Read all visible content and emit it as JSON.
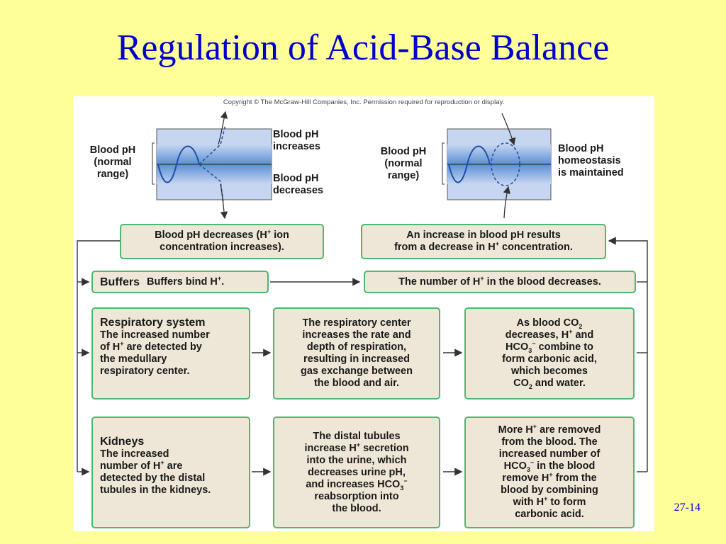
{
  "slide": {
    "title": "Regulation of Acid-Base Balance",
    "slide_number": "27-14"
  },
  "figure": {
    "copyright": "Copyright © The McGraw-Hill Companies, Inc. Permission required for reproduction or display.",
    "left_panel": {
      "axis_label": [
        "Blood pH",
        "(normal",
        "range)"
      ],
      "increase_label": [
        "Blood pH",
        "increases"
      ],
      "decrease_label": [
        "Blood pH",
        "decreases"
      ]
    },
    "right_panel": {
      "axis_label": [
        "Blood pH",
        "(normal",
        "range)"
      ],
      "homeostasis_label": [
        "Blood pH",
        "homeostasis",
        "is maintained"
      ]
    },
    "top_left_box": {
      "line1_pre": "Blood pH decreases (H",
      "line1_sup": "+",
      "line1_post": " ion",
      "line2": "concentration increases)."
    },
    "top_right_box": {
      "line1": "An increase in blood pH results",
      "line2_pre": "from a decrease in H",
      "line2_sup": "+",
      "line2_post": " concentration."
    },
    "buffers": {
      "head": "Buffers",
      "text_pre": "Buffers bind H",
      "text_sup": "+",
      "text_post": "."
    },
    "buffers_result": {
      "pre": "The number of H",
      "sup": "+",
      "post": " in the blood decreases."
    },
    "respiratory": {
      "head": "Respiratory system",
      "lines": [
        "The increased number",
        "of H+ are detected by",
        "the medullary",
        "respiratory center."
      ],
      "middle": [
        "The respiratory center",
        "increases the rate and",
        "depth of respiration,",
        "resulting in increased",
        "gas exchange between",
        "the blood and air."
      ],
      "right": [
        "As blood CO2",
        "decreases, H+ and",
        "HCO3- combine to",
        "form carbonic acid,",
        "which becomes",
        "CO2 and water."
      ]
    },
    "kidneys": {
      "head": "Kidneys",
      "lines": [
        "The increased",
        "number of H+ are",
        "detected by the distal",
        "tubules in the kidneys."
      ],
      "middle": [
        "The distal tubules",
        "increase H+ secretion",
        "into the urine, which",
        "decreases urine pH,",
        "and increases HCO3-",
        "reabsorption into",
        "the blood."
      ],
      "right": [
        "More H+ are removed",
        "from the blood. The",
        "increased number of",
        "HCO3-  in the blood",
        "remove H+ from the",
        "blood by combining",
        "with H+ to form",
        "carbonic acid."
      ]
    }
  },
  "colors": {
    "background": "#ffff99",
    "title": "#0000cc",
    "box_fill": "#eee6d6",
    "box_border": "#4db872",
    "graph_band": "#5b8fd6",
    "graph_wave": "#1f4fa8"
  }
}
